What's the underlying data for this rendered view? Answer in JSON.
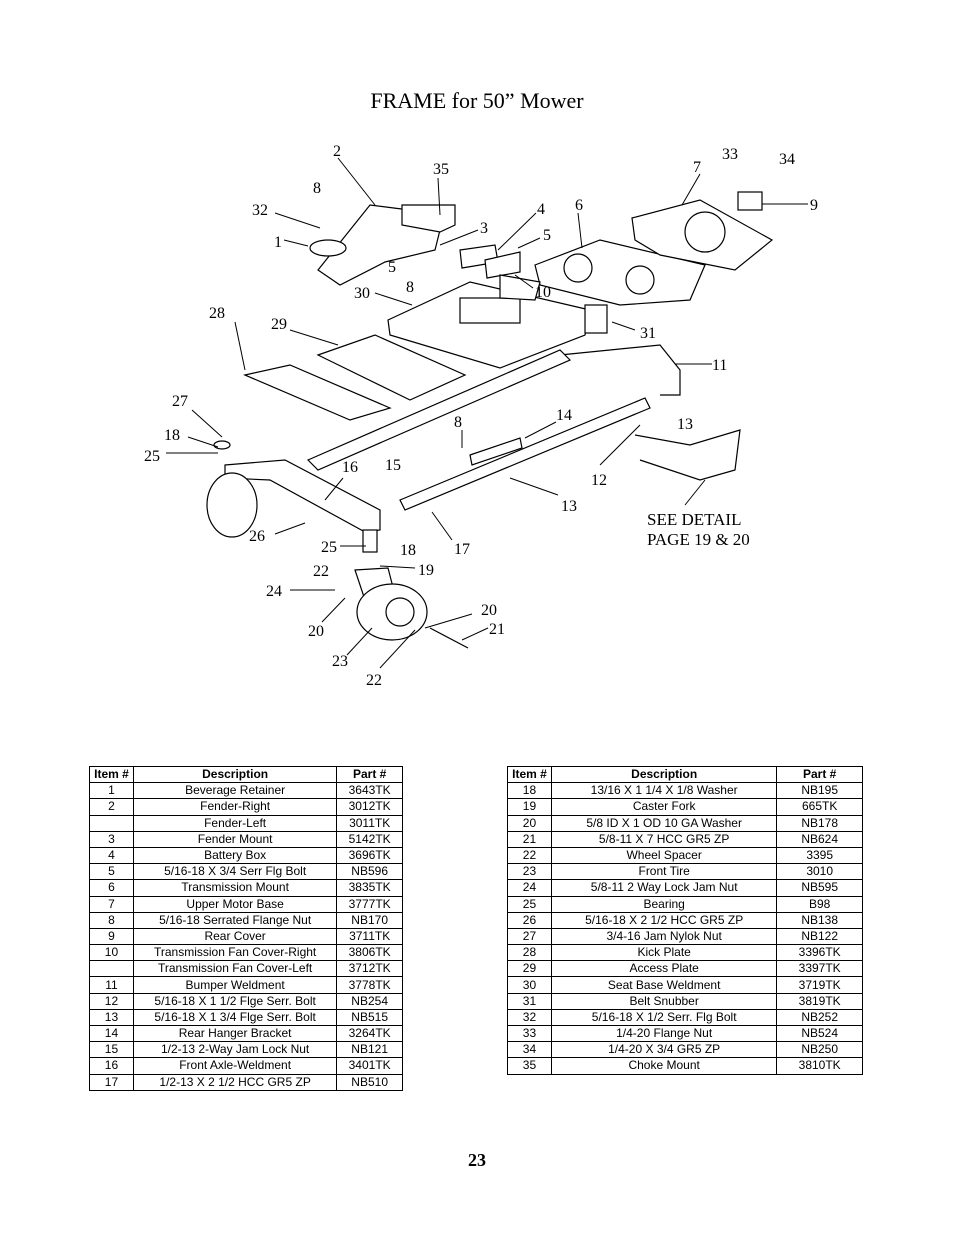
{
  "title": "FRAME for 50” Mower",
  "detail_note": [
    "SEE DETAIL",
    "PAGE 19 & 20"
  ],
  "callouts": [
    "2",
    "35",
    "8",
    "32",
    "1",
    "3",
    "4",
    "5",
    "5",
    "8",
    "6",
    "7",
    "33",
    "34",
    "9",
    "30",
    "10",
    "28",
    "29",
    "31",
    "11",
    "27",
    "18",
    "25",
    "16",
    "15",
    "8",
    "14",
    "13",
    "12",
    "13",
    "17",
    "26",
    "25",
    "18",
    "22",
    "19",
    "24",
    "20",
    "20",
    "21",
    "23",
    "22"
  ],
  "table_headers": [
    "Item #",
    "Description",
    "Part #"
  ],
  "table_left": [
    [
      "1",
      "Beverage Retainer",
      "3643TK"
    ],
    [
      "2",
      "Fender-Right",
      "3012TK"
    ],
    [
      "",
      "Fender-Left",
      "3011TK"
    ],
    [
      "3",
      "Fender Mount",
      "5142TK"
    ],
    [
      "4",
      "Battery Box",
      "3696TK"
    ],
    [
      "5",
      "5/16-18 X 3/4 Serr Flg Bolt",
      "NB596"
    ],
    [
      "6",
      "Transmission Mount",
      "3835TK"
    ],
    [
      "7",
      "Upper Motor Base",
      "3777TK"
    ],
    [
      "8",
      "5/16-18 Serrated Flange Nut",
      "NB170"
    ],
    [
      "9",
      "Rear Cover",
      "3711TK"
    ],
    [
      "10",
      "Transmission Fan Cover-Right",
      "3806TK"
    ],
    [
      "",
      "Transmission Fan Cover-Left",
      "3712TK"
    ],
    [
      "11",
      "Bumper Weldment",
      "3778TK"
    ],
    [
      "12",
      "5/16-18 X 1 1/2 Flge Serr. Bolt",
      "NB254"
    ],
    [
      "13",
      "5/16-18 X 1 3/4 Flge Serr. Bolt",
      "NB515"
    ],
    [
      "14",
      "Rear Hanger Bracket",
      "3264TK"
    ],
    [
      "15",
      "1/2-13 2-Way Jam Lock Nut",
      "NB121"
    ],
    [
      "16",
      "Front Axle-Weldment",
      "3401TK"
    ],
    [
      "17",
      "1/2-13 X 2 1/2 HCC GR5 ZP",
      "NB510"
    ]
  ],
  "table_right": [
    [
      "18",
      "13/16 X 1 1/4 X 1/8 Washer",
      "NB195"
    ],
    [
      "19",
      "Caster Fork",
      "665TK"
    ],
    [
      "20",
      "5/8 ID X 1 OD 10 GA Washer",
      "NB178"
    ],
    [
      "21",
      "5/8-11 X 7 HCC GR5 ZP",
      "NB624"
    ],
    [
      "22",
      "Wheel Spacer",
      "3395"
    ],
    [
      "23",
      "Front Tire",
      "3010"
    ],
    [
      "24",
      "5/8-11 2 Way Lock Jam Nut",
      "NB595"
    ],
    [
      "25",
      "Bearing",
      "B98"
    ],
    [
      "26",
      "5/16-18 X 2 1/2 HCC GR5 ZP",
      "NB138"
    ],
    [
      "27",
      "3/4-16 Jam Nylok Nut",
      "NB122"
    ],
    [
      "28",
      "Kick Plate",
      "3396TK"
    ],
    [
      "29",
      "Access Plate",
      "3397TK"
    ],
    [
      "30",
      "Seat Base Weldment",
      "3719TK"
    ],
    [
      "31",
      "Belt Snubber",
      "3819TK"
    ],
    [
      "32",
      "5/16-18 X 1/2 Serr. Flg Bolt",
      "NB252"
    ],
    [
      "33",
      "1/4-20 Flange Nut",
      "NB524"
    ],
    [
      "34",
      "1/4-20 X 3/4 GR5 ZP",
      "NB250"
    ],
    [
      "35",
      "Choke Mount",
      "3810TK"
    ]
  ],
  "page_number": "23"
}
